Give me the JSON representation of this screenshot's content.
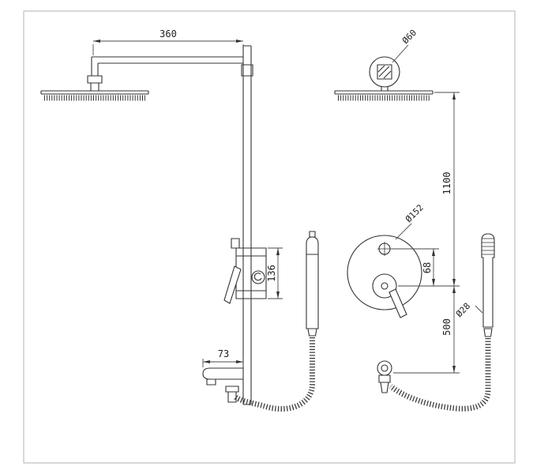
{
  "drawing": {
    "labels": {
      "arm_length": "360",
      "valve_height": "136",
      "spout_length": "73",
      "head_joint_diameter": "Ø60",
      "head_to_valve_height": "1100",
      "valve_plate_diameter": "Ø152",
      "diverter_offset": "68",
      "handshower_diameter": "Ø28",
      "valve_to_outlet_height": "500"
    },
    "colors": {
      "object_line": "#333333",
      "dimension_line": "#4a4a4a",
      "background": "#ffffff",
      "border": "#b0b0b0"
    }
  }
}
